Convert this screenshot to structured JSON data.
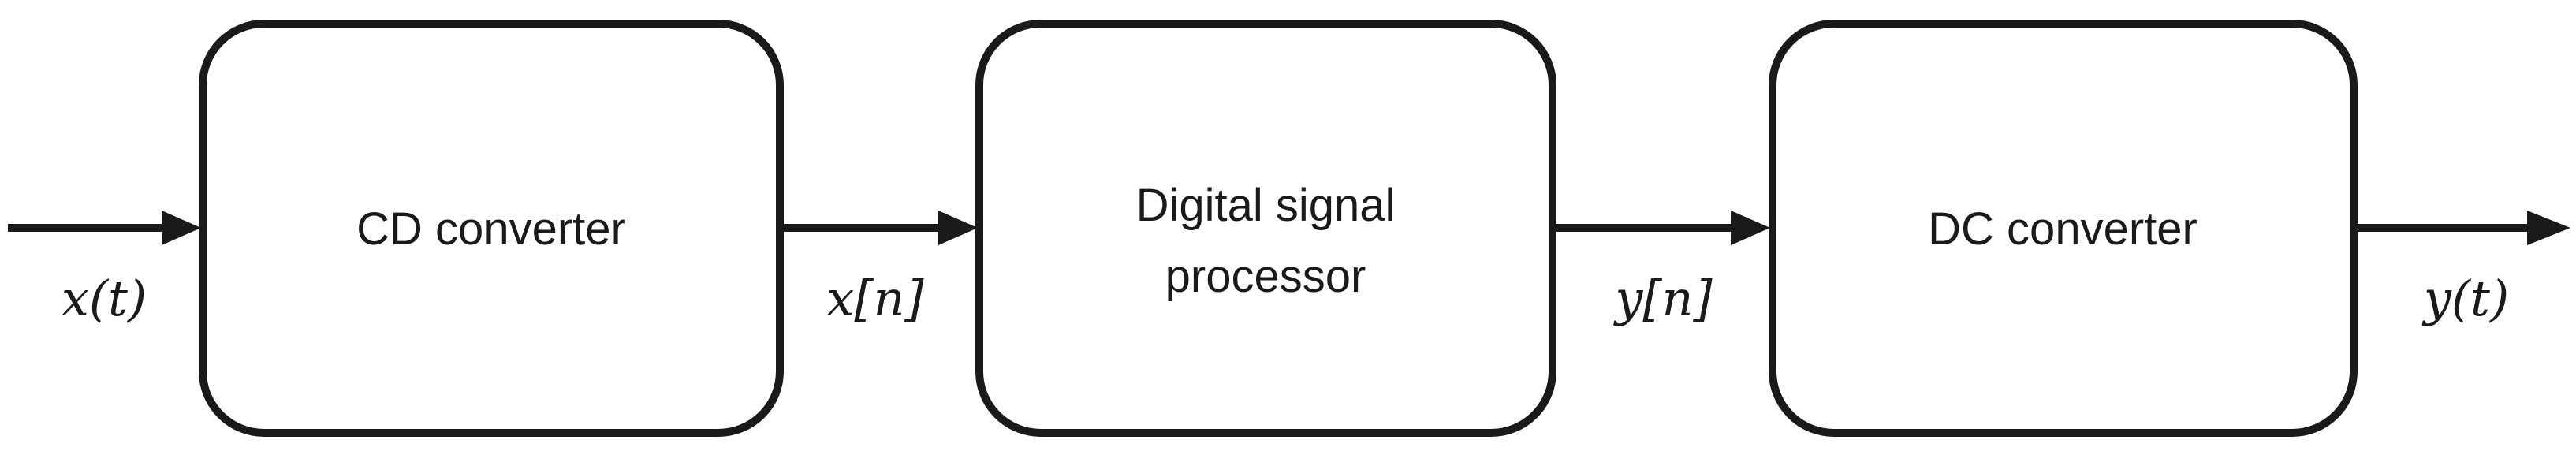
{
  "diagram": {
    "blocks": [
      {
        "id": "cd",
        "label_lines": [
          "CD converter"
        ]
      },
      {
        "id": "dsp",
        "label_lines": [
          "Digital signal",
          "processor"
        ]
      },
      {
        "id": "dc",
        "label_lines": [
          "DC converter"
        ]
      }
    ],
    "signals": [
      {
        "id": "input",
        "label": "x(t)"
      },
      {
        "id": "sampled",
        "label": "x[n]"
      },
      {
        "id": "processed",
        "label": "y[n]"
      },
      {
        "id": "output",
        "label": "y(t)"
      }
    ],
    "colors": {
      "stroke": "#1a1a1a",
      "background": "#ffffff"
    }
  }
}
